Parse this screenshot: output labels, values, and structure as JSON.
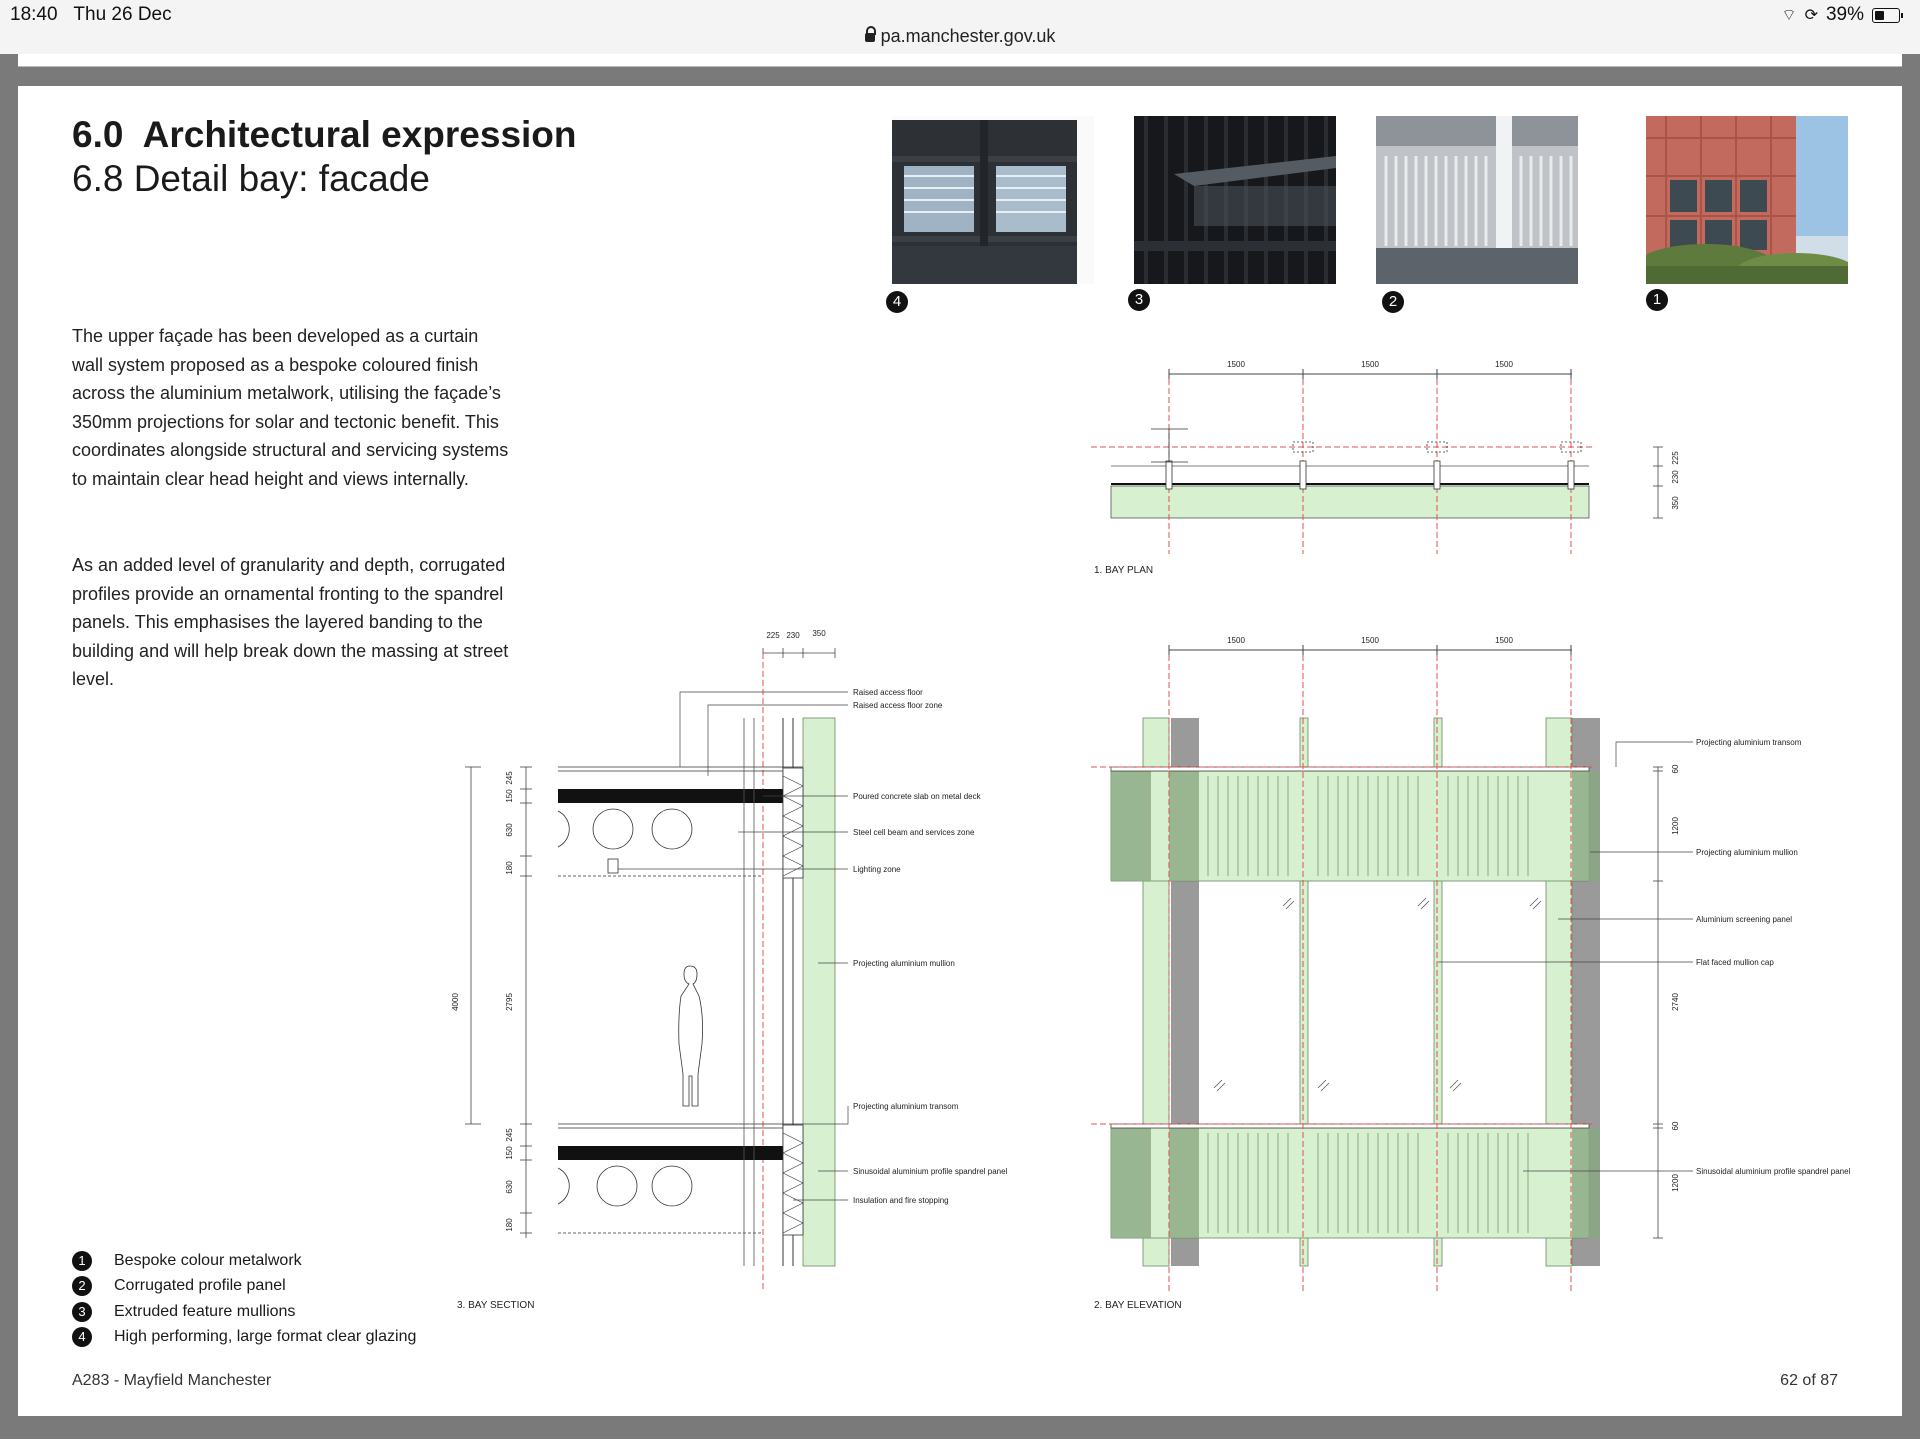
{
  "status_bar": {
    "time": "18:40",
    "date": "Thu 26 Dec",
    "battery": "39%",
    "url": "pa.manchester.gov.uk"
  },
  "page": {
    "section_number": "6.0",
    "section_title": "Architectural expression",
    "subsection": "6.8 Detail bay: facade",
    "paragraph1": "The upper façade has been developed as a curtain wall system proposed as a bespoke coloured finish across the aluminium metalwork, utilising the façade’s 350mm projections for solar and tectonic benefit. This coordinates alongside structural and servicing systems to maintain clear head height and views internally.",
    "paragraph2": "As an added level of granularity and depth, corrugated profiles provide an ornamental fronting to the spandrel panels. This emphasises the layered banding to the building and will help break down the massing at street level.",
    "photos": [
      {
        "marker": "4",
        "name": "glazing"
      },
      {
        "marker": "3",
        "name": "mullions"
      },
      {
        "marker": "2",
        "name": "corrugated"
      },
      {
        "marker": "1",
        "name": "metalwork"
      }
    ],
    "legend": [
      {
        "num": "1",
        "label": "Bespoke colour metalwork"
      },
      {
        "num": "2",
        "label": "Corrugated profile panel"
      },
      {
        "num": "3",
        "label": "Extruded feature mullions"
      },
      {
        "num": "4",
        "label": "High performing, large format clear glazing"
      }
    ],
    "footer_left": "A283 - Mayfield Manchester",
    "footer_right": "62 of 87"
  },
  "drawings": {
    "bay_plan": {
      "title": "1.    BAY PLAN",
      "dims": [
        "1500",
        "1500",
        "1500"
      ],
      "side_dims": [
        "225",
        "230",
        "350"
      ]
    },
    "bay_elevation": {
      "title": "2.    BAY ELEVATION",
      "dims": [
        "1500",
        "1500",
        "1500"
      ],
      "side_dims": [
        "60",
        "1200",
        "2740",
        "60",
        "1200"
      ],
      "labels": [
        "Projecting aluminium transom",
        "Projecting aluminium mullion",
        "Aluminium screening panel",
        "Flat faced mullion cap",
        "Sinusoidal aluminium profile spandrel panel"
      ]
    },
    "bay_section": {
      "title": "3.    BAY SECTION",
      "top_dims": [
        "225",
        "230",
        "350"
      ],
      "overall_dim": "4000",
      "left_dims_top": [
        "245",
        "150",
        "630",
        "180"
      ],
      "floor_dim": "2795",
      "left_dims_bottom": [
        "245",
        "150",
        "630",
        "180"
      ],
      "labels": [
        "Raised access floor",
        "Raised access floor zone",
        "Poured concrete slab on metal deck",
        "Steel cell beam and services zone",
        "Lighting zone",
        "Projecting aluminium mullion",
        "Projecting aluminium transom",
        "Sinusoidal aluminium profile spandrel panel",
        "Insulation and fire stopping"
      ]
    }
  },
  "colors": {
    "facade_green": "#d6f0d0",
    "dark_green": "#8aa882",
    "grey": "#9a9a9a",
    "datum_red": "#e05050"
  }
}
